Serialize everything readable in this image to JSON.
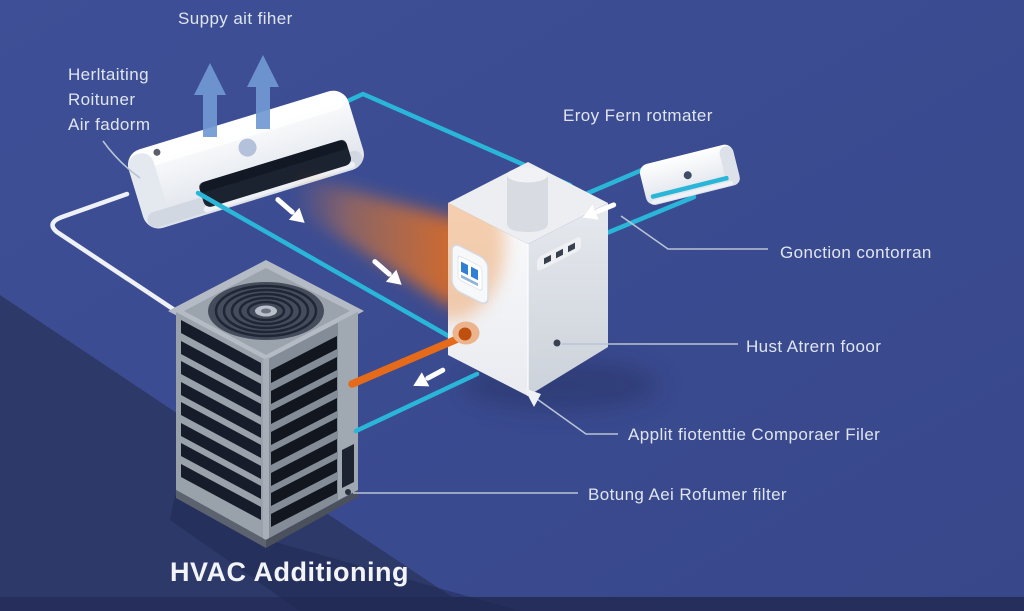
{
  "diagram": {
    "title": "HVAC Additioning",
    "labels": {
      "supply_air": "Suppy ait fiher",
      "return_air": {
        "line1": "Herltaiting",
        "line2": "Roituner",
        "line3": "Air fadorm"
      },
      "energy_recovery": "Eroy Fern rotmater",
      "junction": "Gonction contorran",
      "heat_source": "Hust Atrern fooor",
      "component_filter": "Applit fiotenttie Comporaer Filer",
      "return_filter": "Botung Aei Rofumer filter"
    },
    "components": {
      "wall_air_handler": "indoor wall-mounted air handler",
      "outdoor_condenser": "outdoor condenser unit with top fan",
      "furnace": "furnace / air handler cabinet with flue",
      "thermostat_unit": "small wall unit"
    },
    "colors": {
      "background": "#3c4c92",
      "background_shadow": "#2d3968",
      "floor_strip": "#262f5c",
      "cool_line": "#2ab6d9",
      "hot_pipe": "#e56a1a",
      "warm_airflow": "#e87a2e",
      "white_line": "#eef1f6",
      "blue_arrow": "#7099d2",
      "leader_line": "#b9c3d6",
      "label_text": "#dfe5ef"
    }
  }
}
